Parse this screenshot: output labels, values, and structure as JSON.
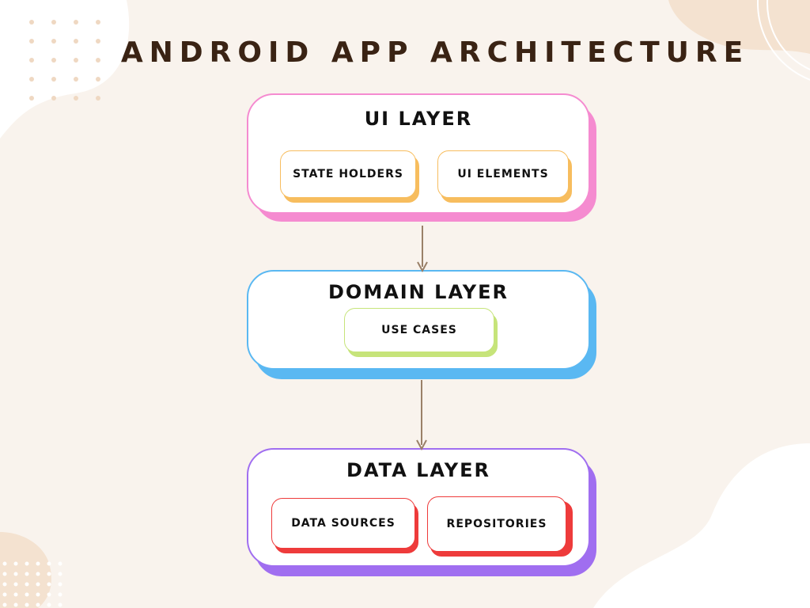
{
  "title": "ANDROID APP ARCHITECTURE",
  "colors": {
    "background": "#f9f3ed",
    "blob": "#f4e2d0",
    "arrow": "#9a8068",
    "ui_layer": "#f58bd0",
    "domain_layer": "#5ab8f2",
    "data_layer": "#a06ef0",
    "ui_chips": "#f7bd5e",
    "domain_chips": "#c6e47a",
    "data_chips": "#ee3b3b"
  },
  "layers": [
    {
      "title": "UI LAYER",
      "chips": [
        "STATE HOLDERS",
        "UI ELEMENTS"
      ]
    },
    {
      "title": "DOMAIN LAYER",
      "chips": [
        "USE CASES"
      ]
    },
    {
      "title": "DATA LAYER",
      "chips": [
        "DATA SOURCES",
        "REPOSITORIES"
      ]
    }
  ],
  "edges": [
    {
      "from": "UI LAYER",
      "to": "DOMAIN LAYER"
    },
    {
      "from": "DOMAIN LAYER",
      "to": "DATA LAYER"
    }
  ]
}
